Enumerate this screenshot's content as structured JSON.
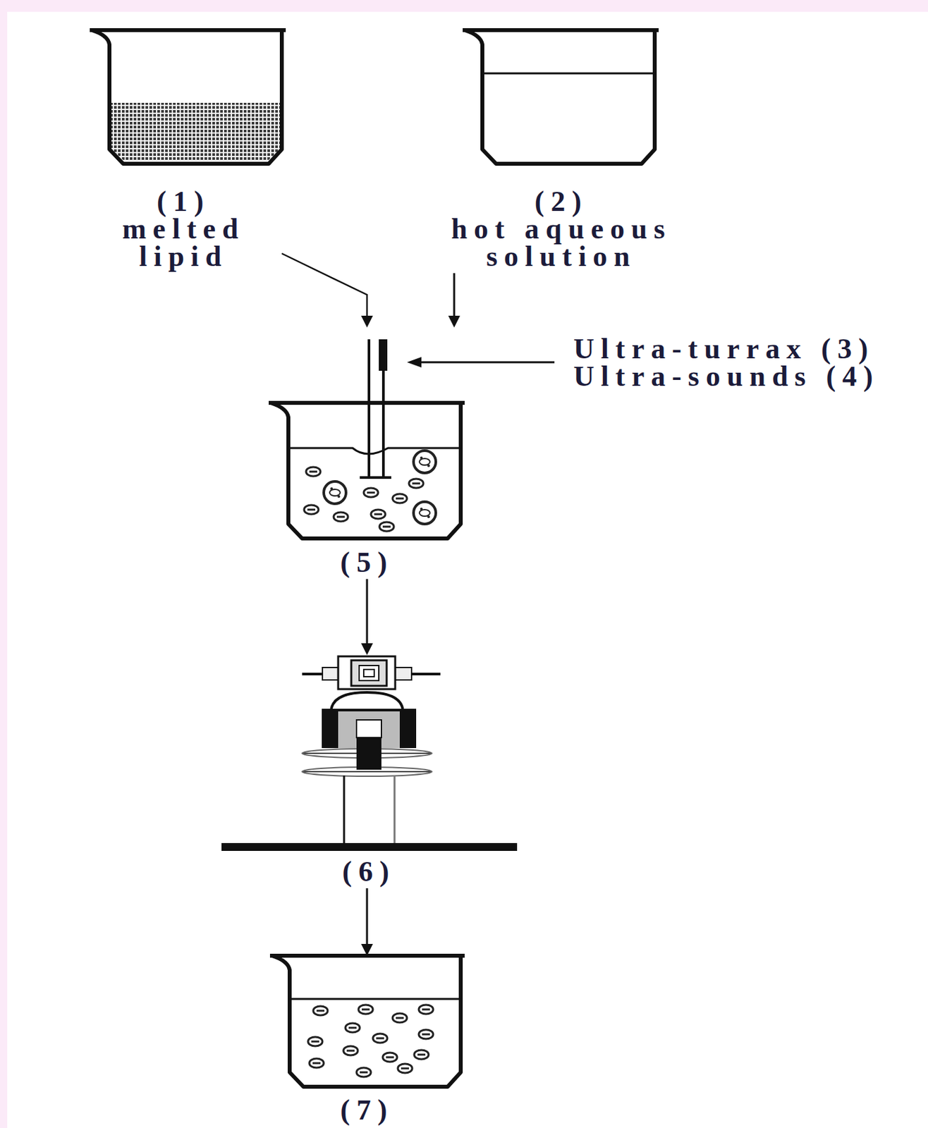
{
  "diagram": {
    "nodes": [
      {
        "text": [
          "(1)",
          "melted lipid"
        ]
      },
      {
        "text": [
          "(2)",
          "hot aqueous solution"
        ]
      },
      {
        "text": [
          "(5)"
        ]
      },
      {
        "text": [
          "(6)"
        ]
      },
      {
        "text": [
          "(7)"
        ]
      }
    ],
    "edges": [
      {
        "from": 0,
        "to": 2,
        "arrow": "to"
      },
      {
        "from": 1,
        "to": 2,
        "arrow": "to"
      },
      {
        "from": 2,
        "to": 3,
        "arrow": "to"
      },
      {
        "from": 3,
        "to": 4,
        "arrow": "to"
      }
    ],
    "labels": [
      "Ultra-turrax (3)",
      "Ultra-sounds (4)"
    ]
  }
}
